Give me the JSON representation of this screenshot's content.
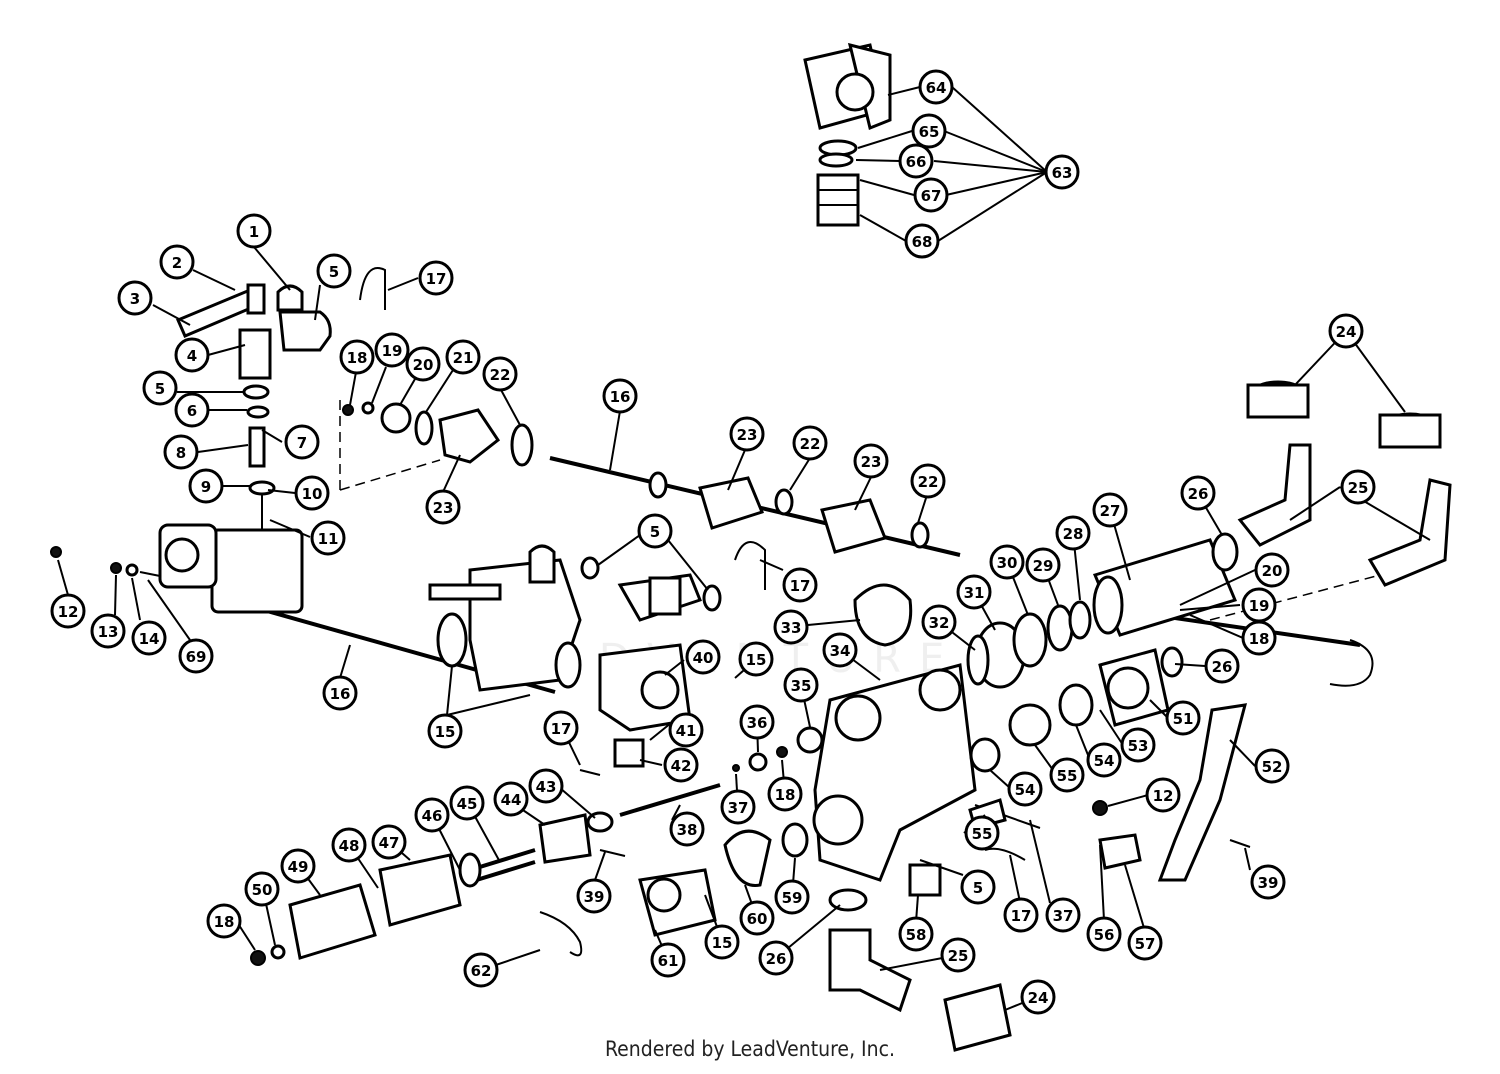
{
  "footer": {
    "credit": "Rendered by LeadVenture, Inc."
  },
  "watermark": {
    "text": "LEADVENTURE"
  },
  "callouts": [
    {
      "label": "1"
    },
    {
      "label": "2"
    },
    {
      "label": "3"
    },
    {
      "label": "4"
    },
    {
      "label": "5"
    },
    {
      "label": "5"
    },
    {
      "label": "6"
    },
    {
      "label": "7"
    },
    {
      "label": "8"
    },
    {
      "label": "9"
    },
    {
      "label": "10"
    },
    {
      "label": "11"
    },
    {
      "label": "12"
    },
    {
      "label": "13"
    },
    {
      "label": "14"
    },
    {
      "label": "69"
    },
    {
      "label": "16"
    },
    {
      "label": "15"
    },
    {
      "label": "17"
    },
    {
      "label": "18"
    },
    {
      "label": "19"
    },
    {
      "label": "20"
    },
    {
      "label": "21"
    },
    {
      "label": "22"
    },
    {
      "label": "23"
    },
    {
      "label": "16"
    },
    {
      "label": "23"
    },
    {
      "label": "22"
    },
    {
      "label": "23"
    },
    {
      "label": "22"
    },
    {
      "label": "5"
    },
    {
      "label": "17"
    },
    {
      "label": "40"
    },
    {
      "label": "15"
    },
    {
      "label": "41"
    },
    {
      "label": "42"
    },
    {
      "label": "17"
    },
    {
      "label": "43"
    },
    {
      "label": "38"
    },
    {
      "label": "39"
    },
    {
      "label": "44"
    },
    {
      "label": "45"
    },
    {
      "label": "46"
    },
    {
      "label": "47"
    },
    {
      "label": "48"
    },
    {
      "label": "49"
    },
    {
      "label": "50"
    },
    {
      "label": "18"
    },
    {
      "label": "62"
    },
    {
      "label": "61"
    },
    {
      "label": "15"
    },
    {
      "label": "60"
    },
    {
      "label": "59"
    },
    {
      "label": "26"
    },
    {
      "label": "25"
    },
    {
      "label": "24"
    },
    {
      "label": "36"
    },
    {
      "label": "37"
    },
    {
      "label": "18"
    },
    {
      "label": "35"
    },
    {
      "label": "33"
    },
    {
      "label": "34"
    },
    {
      "label": "32"
    },
    {
      "label": "31"
    },
    {
      "label": "30"
    },
    {
      "label": "29"
    },
    {
      "label": "28"
    },
    {
      "label": "27"
    },
    {
      "label": "26"
    },
    {
      "label": "20"
    },
    {
      "label": "19"
    },
    {
      "label": "18"
    },
    {
      "label": "26"
    },
    {
      "label": "51"
    },
    {
      "label": "53"
    },
    {
      "label": "54"
    },
    {
      "label": "55"
    },
    {
      "label": "54"
    },
    {
      "label": "55"
    },
    {
      "label": "5"
    },
    {
      "label": "17"
    },
    {
      "label": "37"
    },
    {
      "label": "58"
    },
    {
      "label": "12"
    },
    {
      "label": "56"
    },
    {
      "label": "57"
    },
    {
      "label": "52"
    },
    {
      "label": "39"
    },
    {
      "label": "24"
    },
    {
      "label": "25"
    },
    {
      "label": "64"
    },
    {
      "label": "65"
    },
    {
      "label": "66"
    },
    {
      "label": "67"
    },
    {
      "label": "68"
    },
    {
      "label": "63"
    }
  ]
}
